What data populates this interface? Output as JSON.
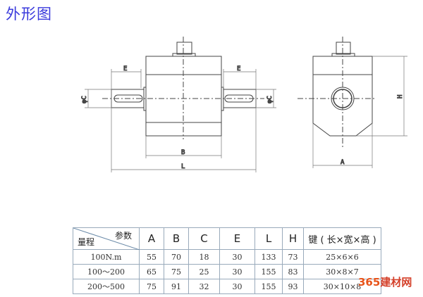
{
  "title": "外形图",
  "drawing": {
    "e_label": "E",
    "b_label": "B",
    "l_label": "L",
    "c_label": "φC",
    "a_label": "A",
    "h_label": "H"
  },
  "table": {
    "corner_top": "参数",
    "corner_bottom": "量程",
    "headers": [
      "A",
      "B",
      "C",
      "E",
      "L",
      "H",
      "键 ( 长×宽×高 )"
    ],
    "rows": [
      [
        "100N.m",
        "55",
        "70",
        "18",
        "30",
        "133",
        "73",
        "25×6×6"
      ],
      [
        "100～200",
        "65",
        "75",
        "25",
        "30",
        "155",
        "83",
        "30×8×7"
      ],
      [
        "200～500",
        "75",
        "91",
        "32",
        "30",
        "155",
        "93",
        "30×10×8"
      ]
    ]
  },
  "watermark": {
    "num": "365",
    "text": "建材网"
  }
}
